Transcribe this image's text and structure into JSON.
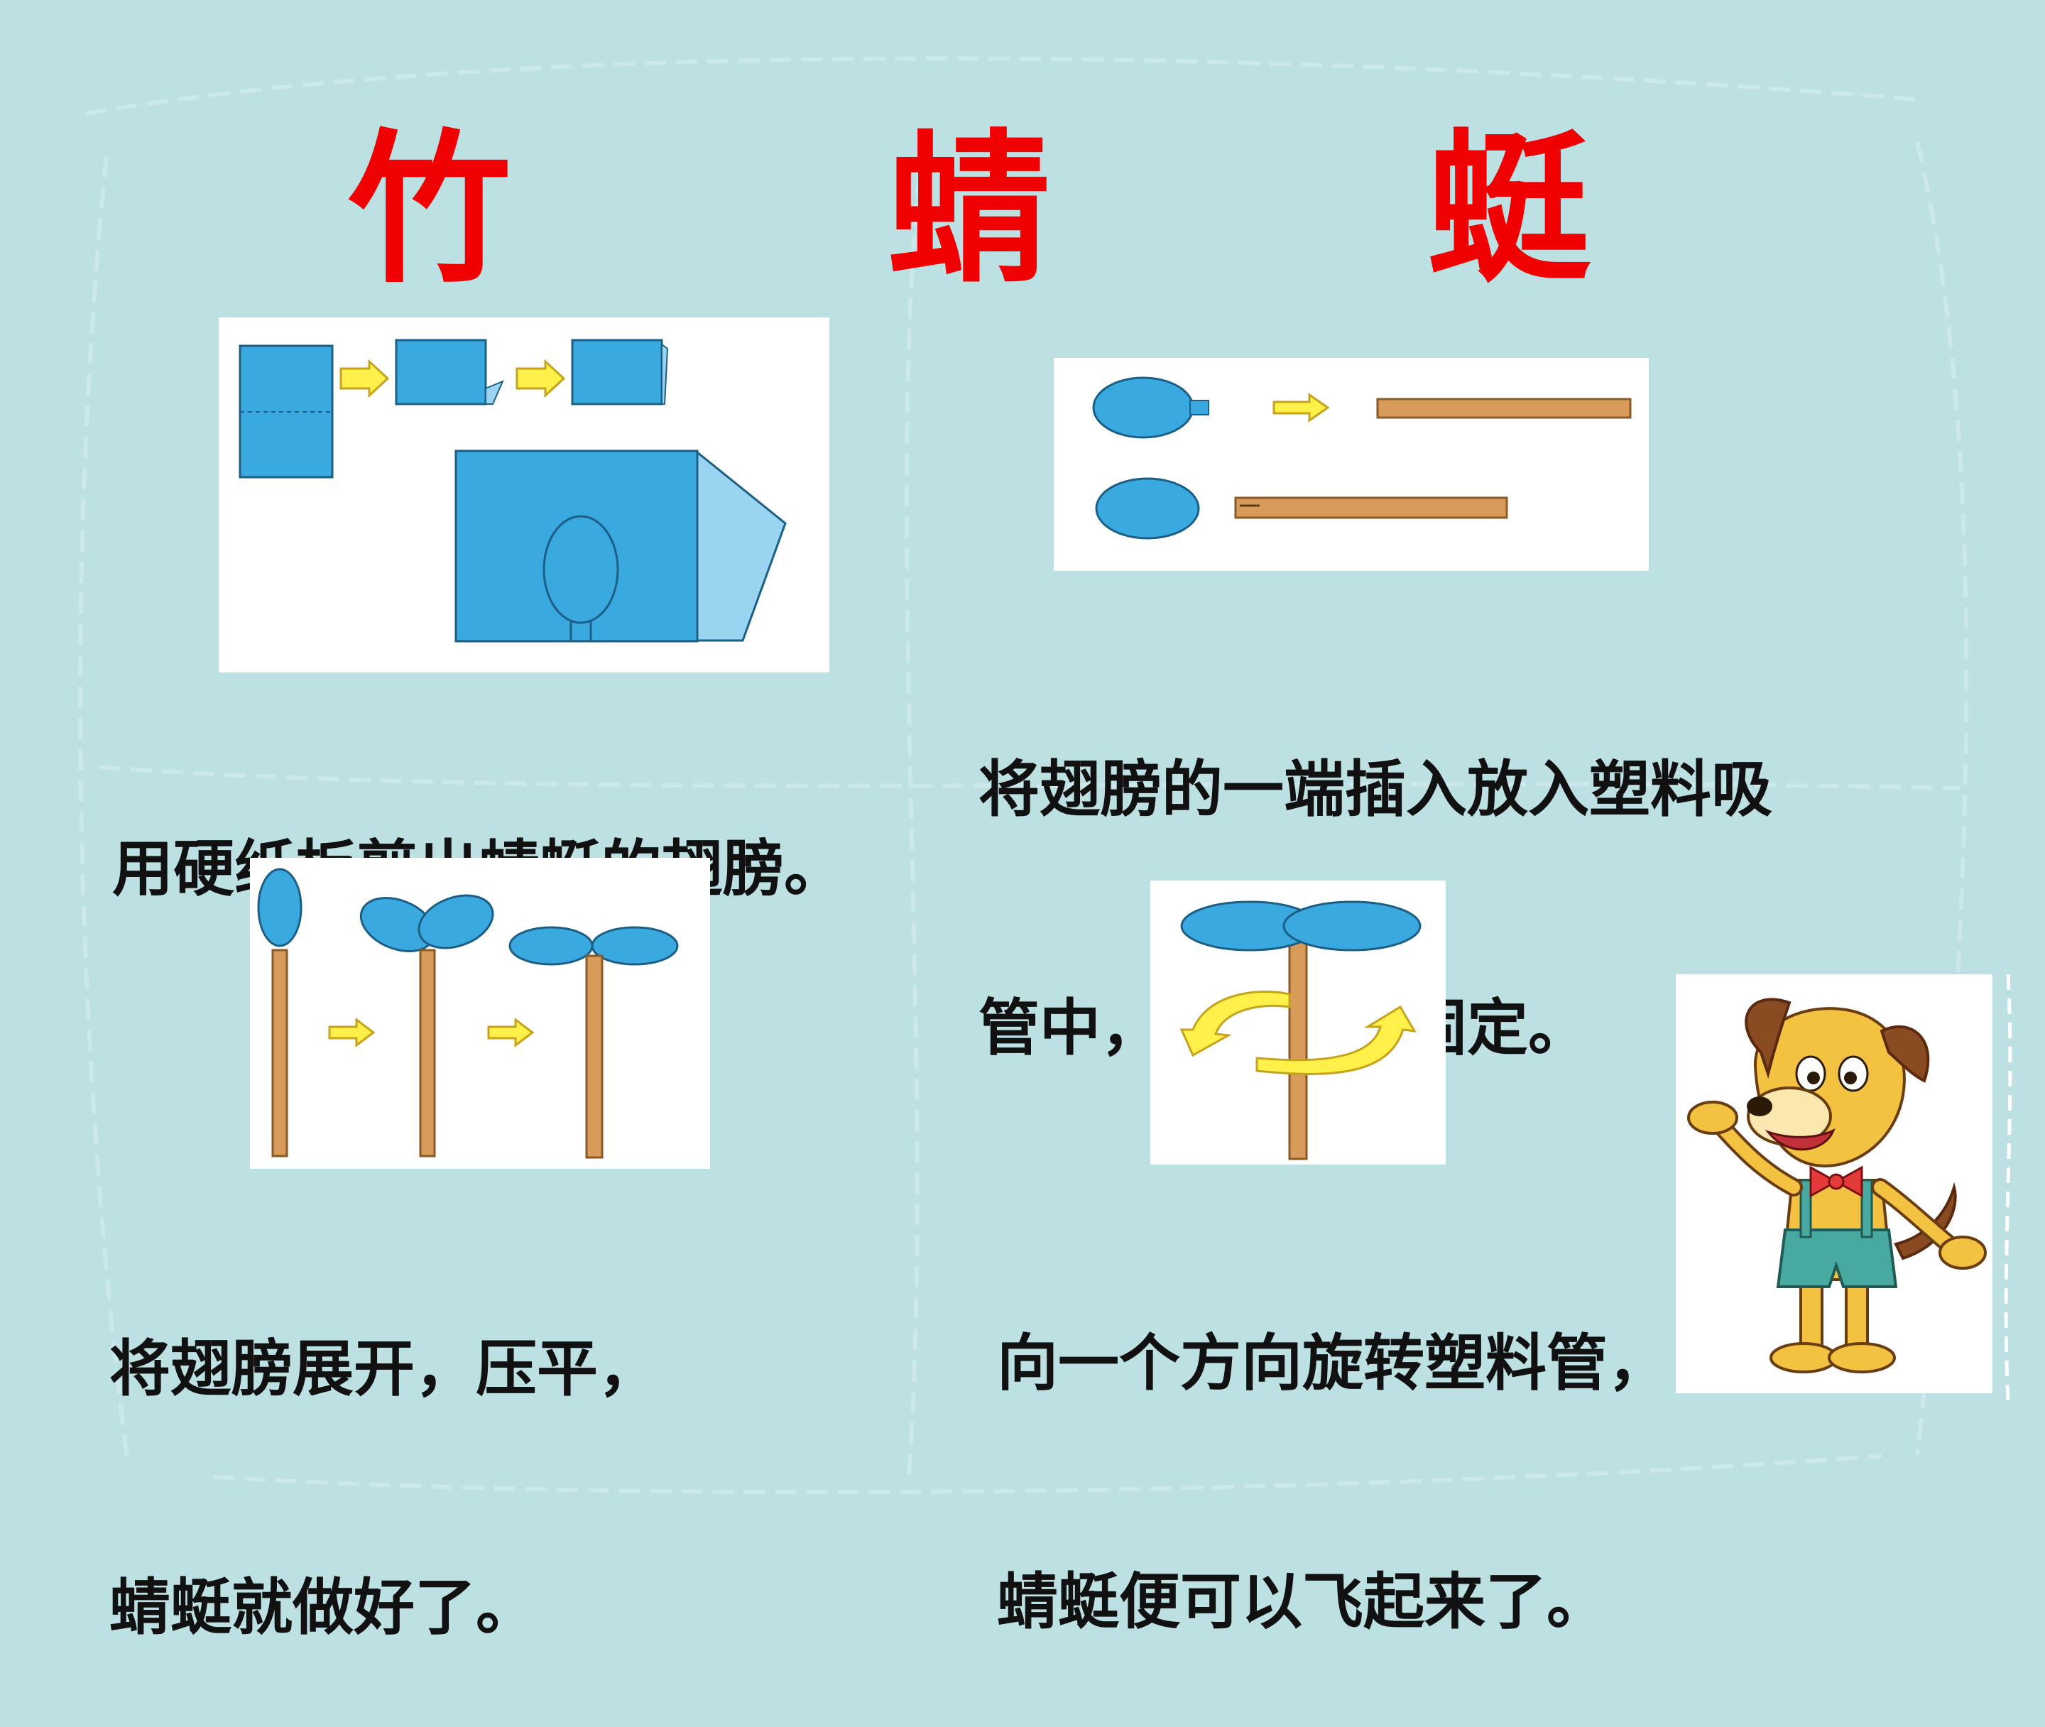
{
  "slide": {
    "title": "竹　蜻　蜓",
    "title_color": "#f00000",
    "background_color": "#bde0e3"
  },
  "steps": [
    {
      "lines": [
        "用硬纸板剪出蜻蜓的翅膀。"
      ]
    },
    {
      "lines": [
        "将翅膀的一端插入放入塑料吸",
        "管中，用订书钉固定。"
      ]
    },
    {
      "lines": [
        "将翅膀展开，压平，",
        "蜻蜓就做好了。"
      ]
    },
    {
      "lines": [
        "向一个方向旋转塑料管，",
        "蜻蜓便可以飞起来了。"
      ]
    }
  ],
  "colors": {
    "paper_blue": "#3aa9e0",
    "paper_blue_light": "#9ad4f0",
    "straw_brown": "#d99b5a",
    "arrow_yellow": "#fff04a"
  },
  "icons": {
    "step1": "paper-fold-cut-illustration",
    "step2": "wing-insert-straw-illustration",
    "step3": "wings-unfold-illustration",
    "step4": "rotate-straw-illustration",
    "mascot": "cartoon-dog-mascot"
  }
}
